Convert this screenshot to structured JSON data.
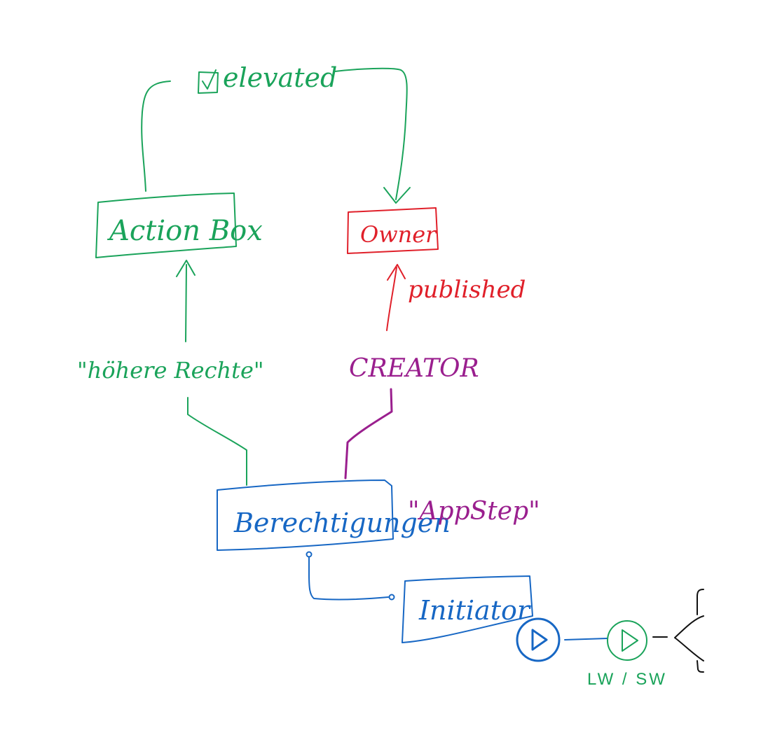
{
  "colors": {
    "green": "#1aa35a",
    "red": "#e0202a",
    "purple": "#9a1f8e",
    "blue": "#1767c4",
    "black": "#111111"
  },
  "labels": {
    "elevated": "elevated",
    "action_box": "Action Box",
    "owner": "Owner",
    "published": "published",
    "hoehere_rechte": "\"höhere Rechte\"",
    "creator": "CREATOR",
    "berechtigungen": "Berechtigungen",
    "appstep": "\"AppStep\"",
    "initiator": "Initiator",
    "lw_sw": "LW / SW"
  },
  "icons": {
    "elevated_checkbox": "checked-checkbox-icon",
    "initiator_play": "play-circle-icon",
    "lwsw_play": "play-circle-icon",
    "branch": "branch-icon"
  }
}
